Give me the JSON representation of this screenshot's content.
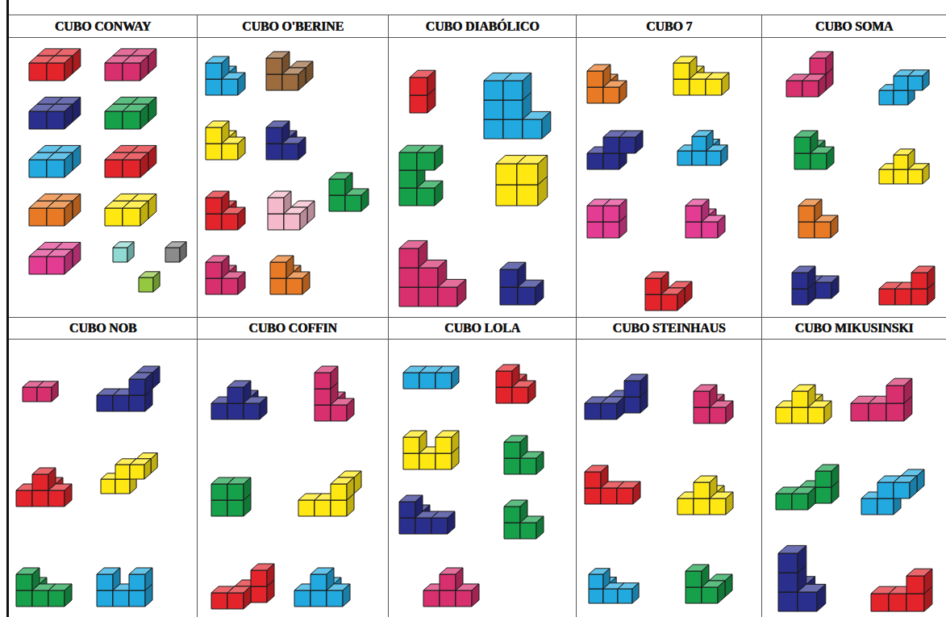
{
  "diagram": {
    "nodes": [
      {
        "text": [
          "CUBO CONWAY"
        ]
      },
      {
        "text": [
          "CUBO O'BERINE"
        ]
      },
      {
        "text": [
          "CUBO DIABÓLICO"
        ]
      },
      {
        "text": [
          "CUBO 7"
        ]
      },
      {
        "text": [
          "CUBO SOMA"
        ]
      },
      {
        "text": [
          "CUBO NOB"
        ]
      },
      {
        "text": [
          "CUBO COFFIN"
        ]
      },
      {
        "text": [
          "CUBO LOLA"
        ]
      },
      {
        "text": [
          "CUBO STEINHAUS"
        ]
      },
      {
        "text": [
          "CUBO MIKUSINSKI"
        ]
      }
    ]
  }
}
